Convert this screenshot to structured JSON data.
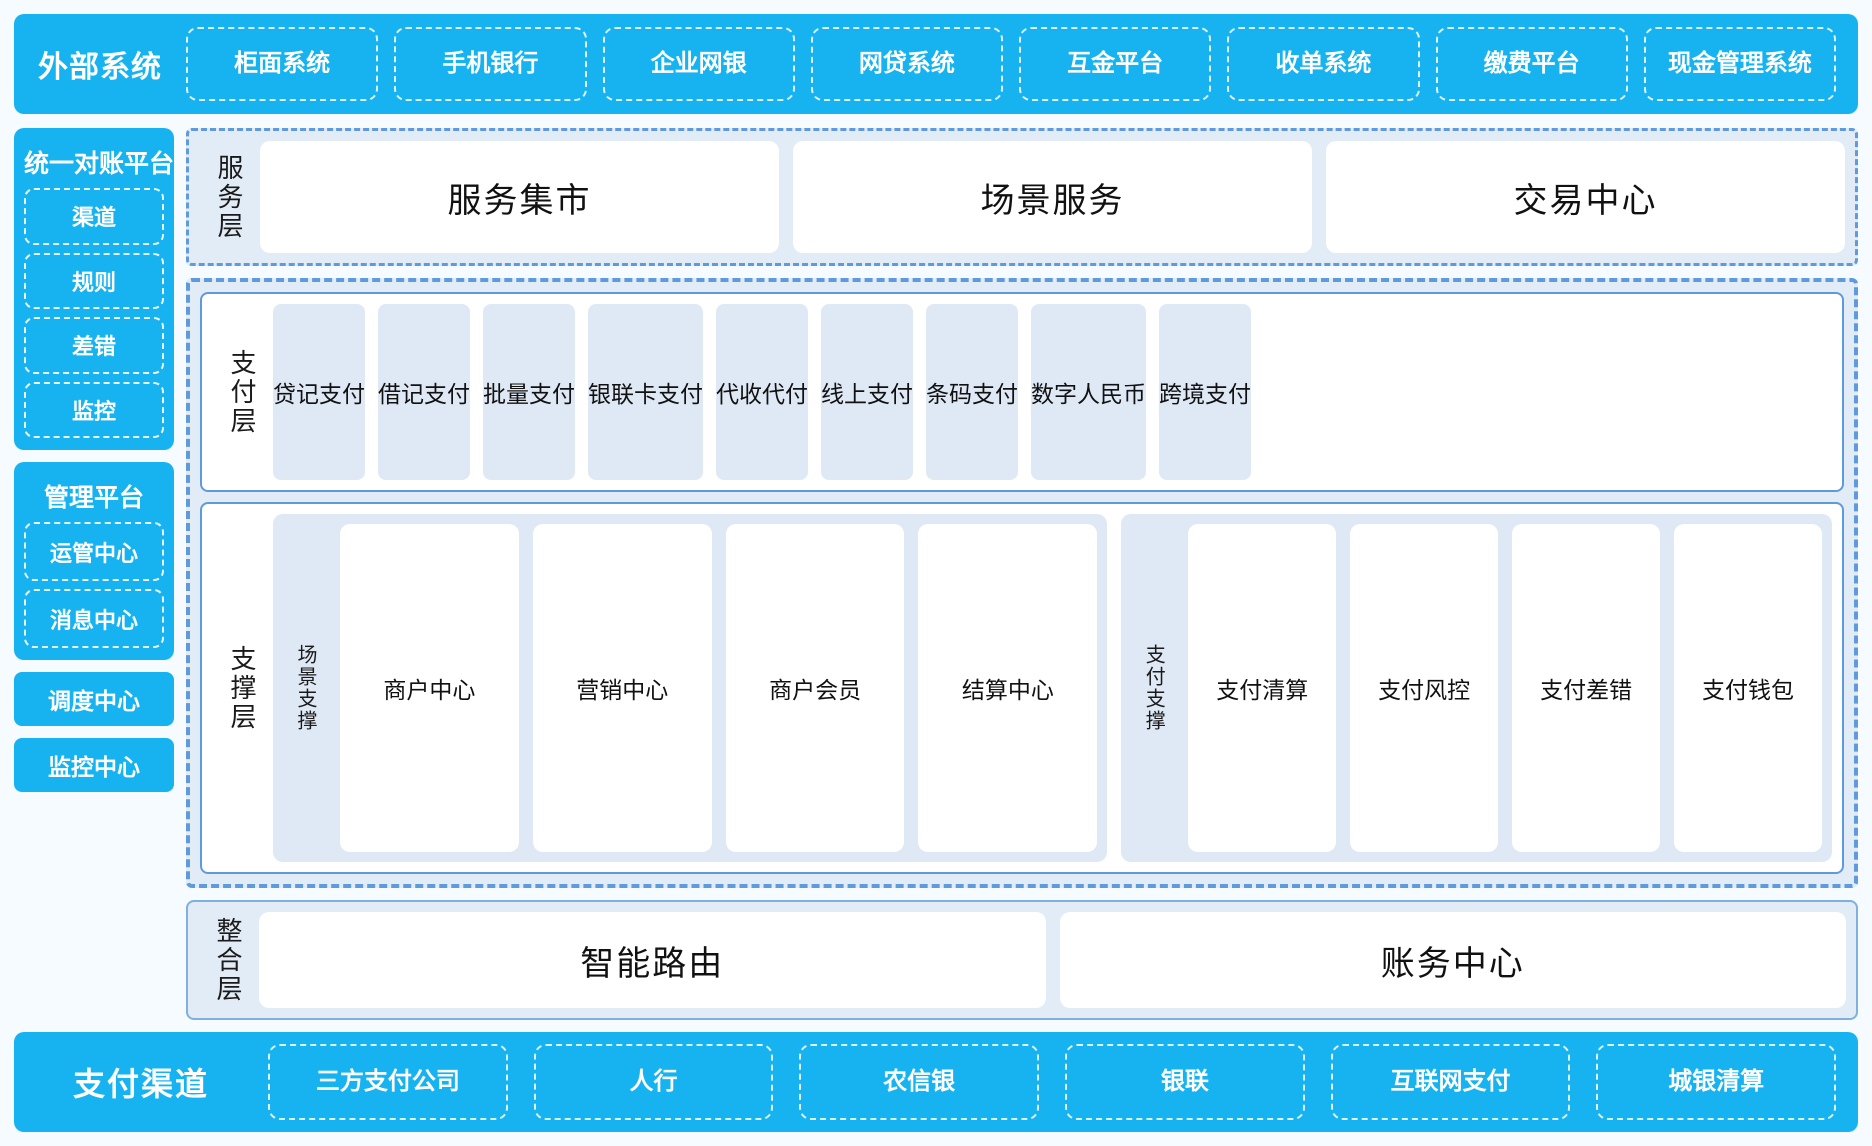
{
  "external": {
    "title": "外部系统",
    "items": [
      "柜面系统",
      "手机银行",
      "企业网银",
      "网贷系统",
      "互金平台",
      "收单系统",
      "缴费平台",
      "现金管理系统"
    ]
  },
  "left_rail": {
    "recon": {
      "title": "统一对账平台",
      "items": [
        "渠道",
        "规则",
        "差错",
        "监控"
      ]
    },
    "mgmt": {
      "title": "管理平台",
      "items": [
        "运管中心",
        "消息中心"
      ]
    },
    "standalone": [
      "调度中心",
      "监控中心"
    ]
  },
  "service_layer": {
    "label": "服务层",
    "cards": [
      "服务集市",
      "场景服务",
      "交易中心"
    ]
  },
  "payment_layer": {
    "label": "支付层",
    "cards": [
      "贷记支付",
      "借记支付",
      "批量支付",
      "银联卡支付",
      "代收代付",
      "线上支付",
      "条码支付",
      "数字人民币",
      "跨境支付"
    ]
  },
  "support_layer": {
    "label": "支撑层",
    "groups": [
      {
        "label": "场景支撑",
        "cards": [
          "商户中心",
          "营销中心",
          "商户会员",
          "结算中心"
        ]
      },
      {
        "label": "支付支撑",
        "cards": [
          "支付清算",
          "支付风控",
          "支付差错",
          "支付钱包"
        ]
      }
    ]
  },
  "integration_layer": {
    "label": "整合层",
    "cards": [
      "智能路由",
      "账务中心"
    ]
  },
  "channel": {
    "title": "支付渠道",
    "items": [
      "三方支付公司",
      "人行",
      "农信银",
      "银联",
      "互联网支付",
      "城银清算"
    ]
  },
  "colors": {
    "cyan": "#17b3f0",
    "panel_blue": "#5f9bdc",
    "card_light": "#dfe9f5",
    "zone_bg": "#e2ecf7",
    "page_bg": "#f5fbfe"
  }
}
